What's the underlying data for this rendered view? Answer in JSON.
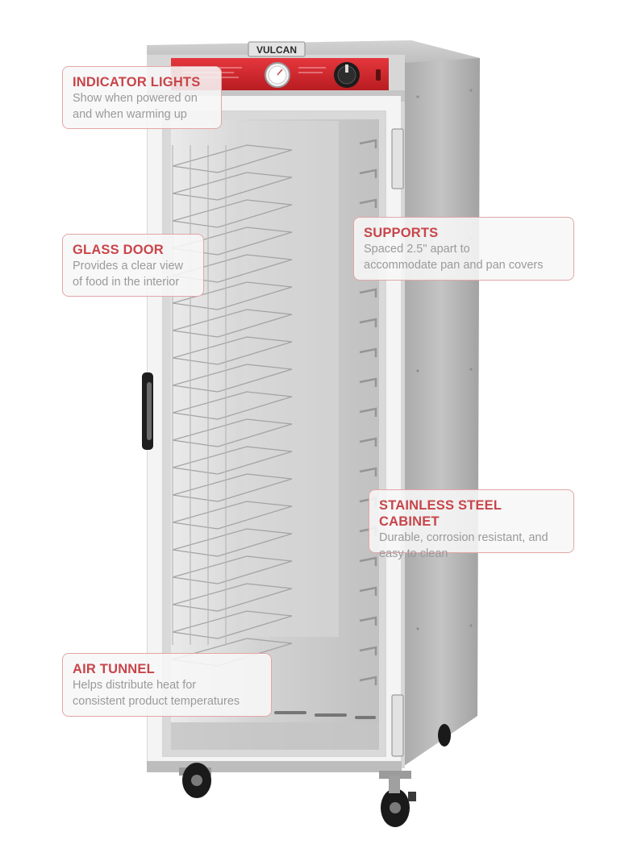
{
  "product": {
    "brand": "VULCAN"
  },
  "callouts": {
    "indicator_lights": {
      "title": "INDICATOR LIGHTS",
      "line1": "Show when powered on",
      "line2": "and when warming up"
    },
    "glass_door": {
      "title": "GLASS DOOR",
      "line1": "Provides a clear view",
      "line2": "of food in the interior"
    },
    "supports": {
      "title": "SUPPORTS",
      "line1": "Spaced 2.5\" apart to",
      "line2": "accommodate pan and pan covers"
    },
    "stainless_steel_cabinet": {
      "title": "STAINLESS STEEL CABINET",
      "line1": "Durable, corrosion resistant, and",
      "line2": "easy to clean"
    },
    "air_tunnel": {
      "title": "AIR TUNNEL",
      "line1": "Helps distribute heat for",
      "line2": "consistent product temperatures"
    }
  },
  "colors": {
    "accent_red": "#c8454a",
    "callout_border": "#e3a6a6",
    "stainless": "#b9b9b9",
    "control_panel": "#d8232a"
  }
}
